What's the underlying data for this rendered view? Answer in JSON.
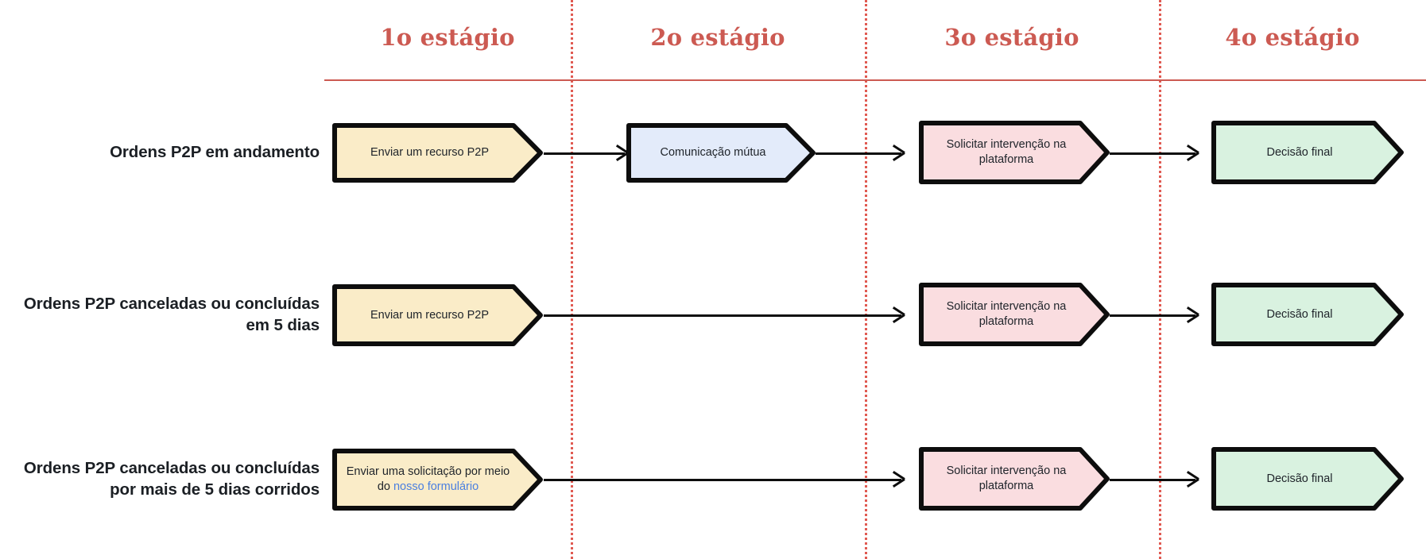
{
  "theme": {
    "accent_red": "#cc5a52",
    "divider_red": "#e05a52",
    "fill_yellow": "#faecc8",
    "fill_blue": "#e3ebfa",
    "fill_pink": "#fadde0",
    "fill_green": "#d9f2e0",
    "stroke_black": "#0d0d0d",
    "link_blue": "#4a7fe0",
    "text_dark": "#1b1f24",
    "background": "#ffffff"
  },
  "stages": [
    {
      "label": "1o estágio"
    },
    {
      "label": "2o estágio"
    },
    {
      "label": "3o estágio"
    },
    {
      "label": "4o estágio"
    }
  ],
  "rows": [
    {
      "label": "Ordens P2P em andamento",
      "label_lines": [
        "Ordens P2P em andamento"
      ],
      "steps": [
        {
          "stage": 1,
          "text": "Enviar um recurso P2P",
          "color": "yellow"
        },
        {
          "stage": 2,
          "text": "Comunicação mútua",
          "color": "blue"
        },
        {
          "stage": 3,
          "text": "Solicitar intervenção na plataforma",
          "color": "pink"
        },
        {
          "stage": 4,
          "text": "Decisão final",
          "color": "green"
        }
      ]
    },
    {
      "label": "Ordens P2P canceladas ou concluídas em 5 dias",
      "label_lines": [
        "Ordens P2P canceladas ou concluídas",
        "em 5 dias"
      ],
      "steps": [
        {
          "stage": 1,
          "text": "Enviar um recurso P2P",
          "color": "yellow"
        },
        {
          "stage": 3,
          "text": "Solicitar intervenção na plataforma",
          "color": "pink"
        },
        {
          "stage": 4,
          "text": "Decisão final",
          "color": "green"
        }
      ]
    },
    {
      "label": "Ordens P2P canceladas ou concluídas por mais de 5 dias corridos",
      "label_lines": [
        "Ordens P2P canceladas ou concluídas",
        "por mais de 5 dias corridos"
      ],
      "steps": [
        {
          "stage": 1,
          "text_prefix": "Enviar uma solicitação por meio do ",
          "link_text": "nosso formulário",
          "color": "yellow"
        },
        {
          "stage": 3,
          "text": "Solicitar intervenção na plataforma",
          "color": "pink"
        },
        {
          "stage": 4,
          "text": "Decisão final",
          "color": "green"
        }
      ]
    }
  ]
}
